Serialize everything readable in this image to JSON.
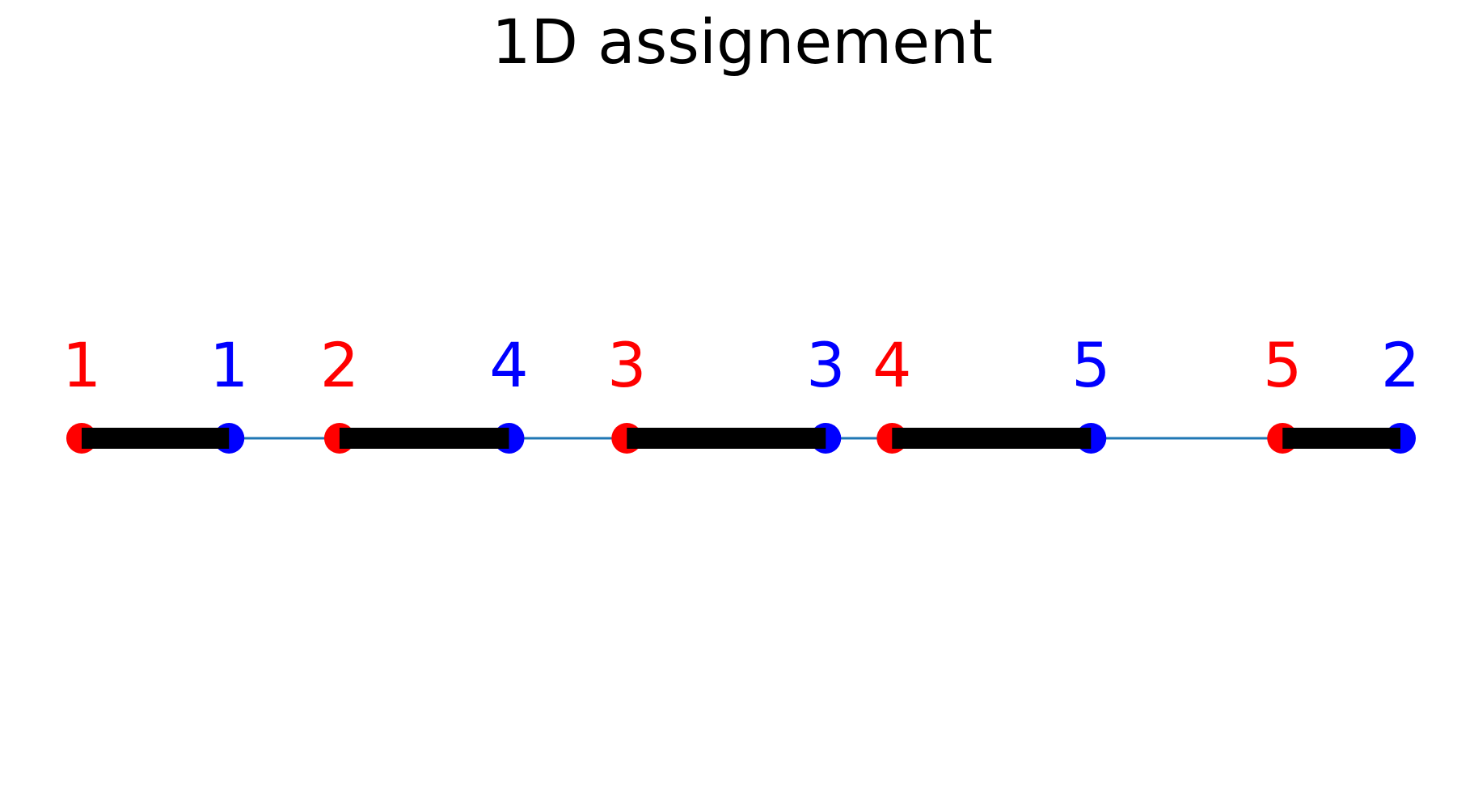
{
  "title": "1D assignement",
  "colors": {
    "source": "#ff0000",
    "target": "#0000ff",
    "axis_line": "#1f77b4",
    "assignment": "#000000"
  },
  "chart_data": {
    "type": "scatter",
    "title": "1D assignement",
    "xlabel": "",
    "ylabel": "",
    "axes_visible": false,
    "grid": false,
    "source_points": [
      {
        "label": "1",
        "x": 0.0
      },
      {
        "label": "2",
        "x": 1.75
      },
      {
        "label": "3",
        "x": 3.7
      },
      {
        "label": "4",
        "x": 5.5
      },
      {
        "label": "5",
        "x": 8.15
      }
    ],
    "target_points": [
      {
        "label": "1",
        "x": 1.0
      },
      {
        "label": "4",
        "x": 2.9
      },
      {
        "label": "3",
        "x": 5.05
      },
      {
        "label": "5",
        "x": 6.85
      },
      {
        "label": "2",
        "x": 8.95
      }
    ],
    "assignments": [
      {
        "from": 0.0,
        "to": 1.0
      },
      {
        "from": 1.75,
        "to": 2.9
      },
      {
        "from": 3.7,
        "to": 5.05
      },
      {
        "from": 5.5,
        "to": 6.85
      },
      {
        "from": 8.15,
        "to": 8.95
      }
    ],
    "xlim": [
      0.0,
      8.95
    ]
  }
}
